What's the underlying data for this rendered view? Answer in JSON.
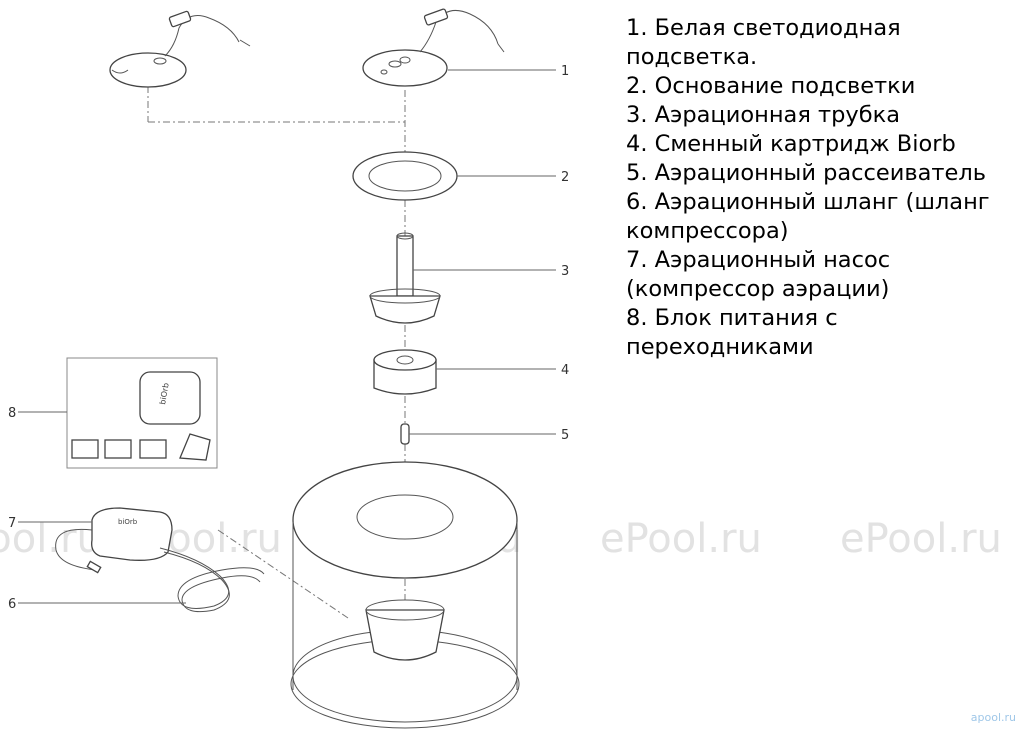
{
  "legend": {
    "items": [
      "1. Белая светодиодная подсветка.",
      "2. Основание подсветки",
      "3. Аэрационная трубка",
      "4. Сменный картридж Biorb",
      "5. Аэрационный рассеиватель",
      "6. Аэрационный шланг (шланг компрессора)",
      "7. Аэрационный насос (компрессор аэрации)",
      "8. Блок питания с переходниками"
    ]
  },
  "callouts": {
    "n1": "1",
    "n2": "2",
    "n3": "3",
    "n4": "4",
    "n5": "5",
    "n6": "6",
    "n7": "7",
    "n8": "8"
  },
  "labels": {
    "pump_brand": "biOrb",
    "psu_brand": "biOrb"
  },
  "watermark": {
    "text": "ePool.ru",
    "corner": "apool.ru"
  }
}
